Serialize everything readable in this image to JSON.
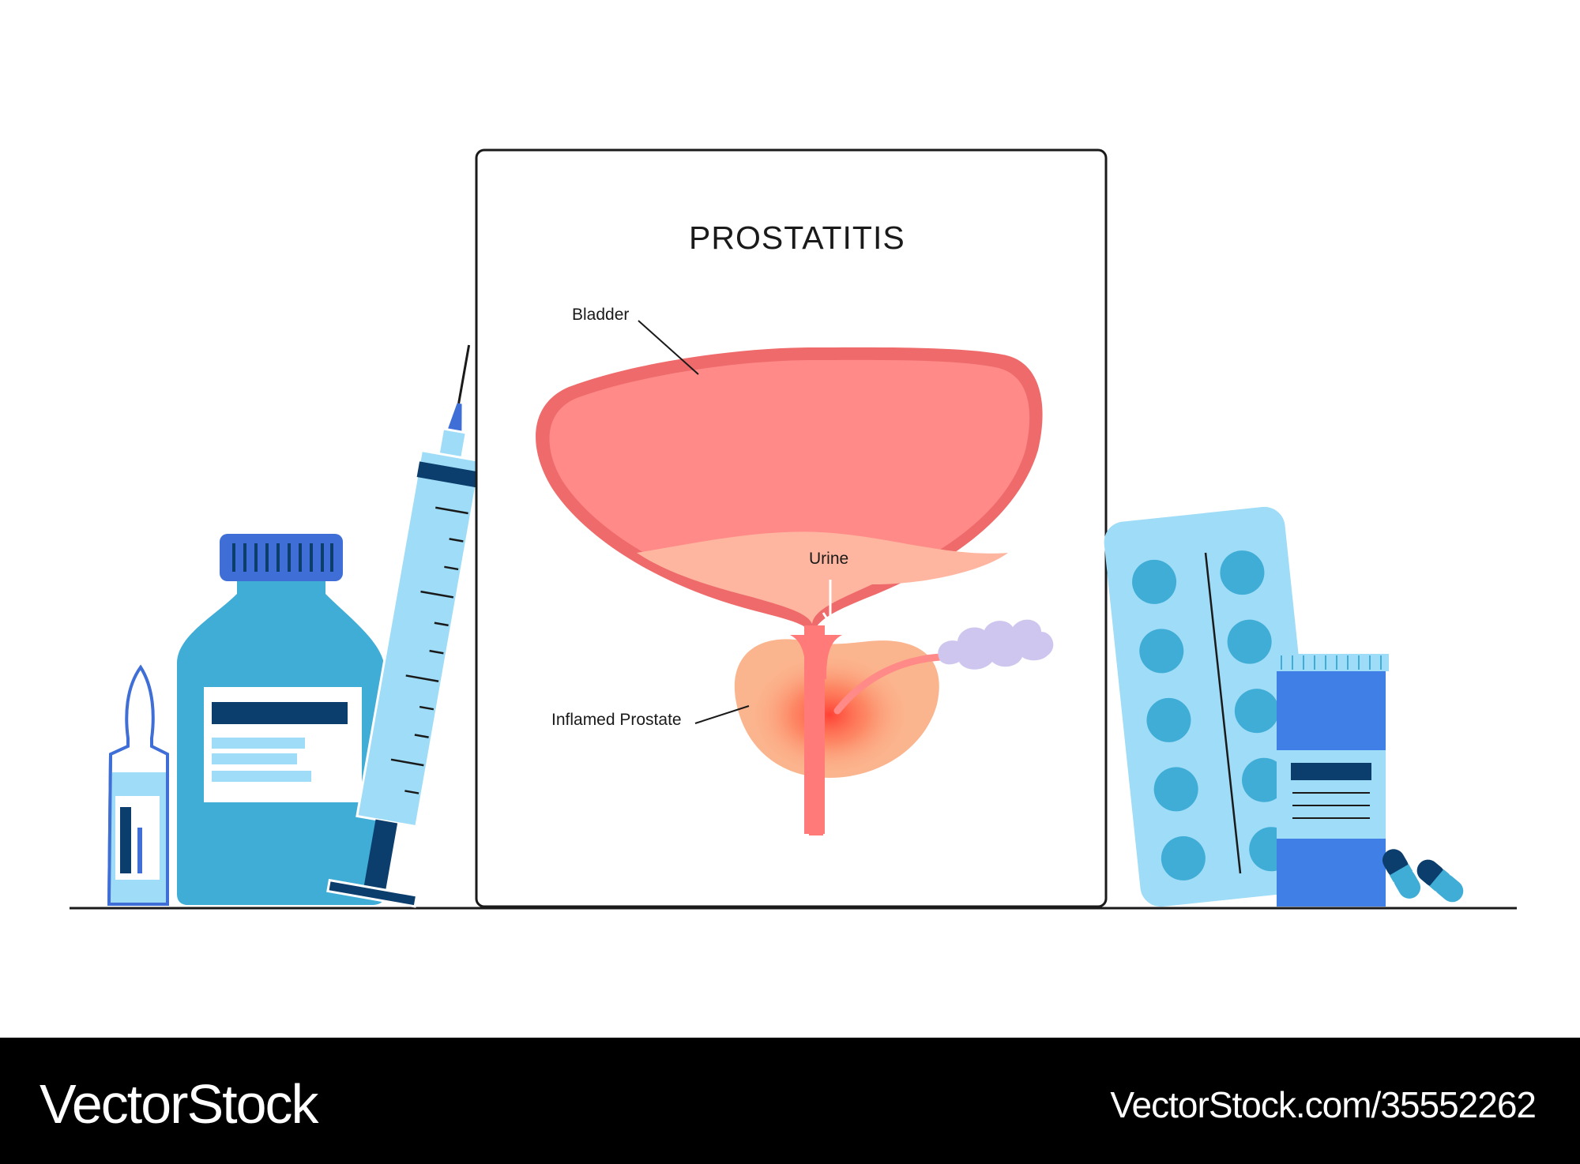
{
  "diagram": {
    "title": "PROSTATITIS",
    "labels": {
      "bladder": "Bladder",
      "urine": "Urine",
      "inflamed_prostate": "Inflamed Prostate"
    }
  },
  "footer": {
    "brand": "VectorStock",
    "url": "VectorStock.com/35552262"
  },
  "colors": {
    "bladder_wall": "#ef6b6b",
    "bladder_fill": "#ff8a88",
    "urine": "#ffb6a0",
    "prostate": "#fbb58e",
    "inflammation": "#ff4a3c",
    "bottle": "#3fadd6",
    "cap": "#3f6fd6",
    "light_blue": "#9edcf7",
    "dark_navy": "#0c3e6d",
    "footer_bg": "#000000"
  }
}
